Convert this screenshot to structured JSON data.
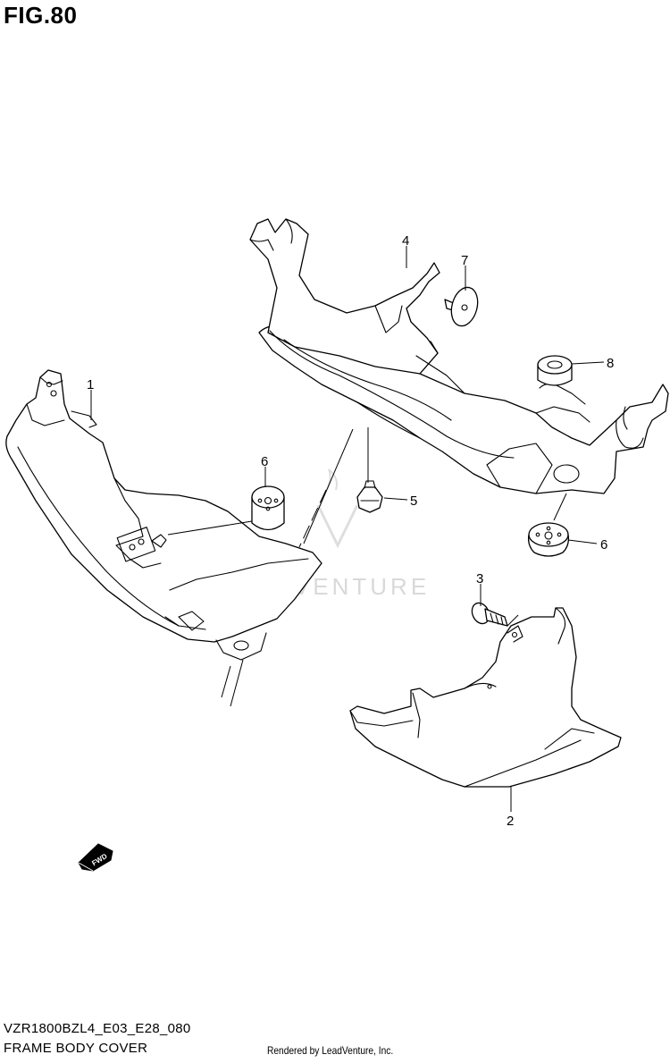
{
  "figure": {
    "title": "FIG.80",
    "model_code": "VZR1800BZL4_E03_E28_080",
    "section_name": "FRAME BODY COVER",
    "rendered_by": "Rendered by LeadVenture, Inc."
  },
  "watermark": {
    "text": "LEADVENTURE"
  },
  "callouts": [
    "1",
    "2",
    "3",
    "4",
    "5",
    "6",
    "6",
    "7",
    "8"
  ],
  "fwd_label": "FWD"
}
